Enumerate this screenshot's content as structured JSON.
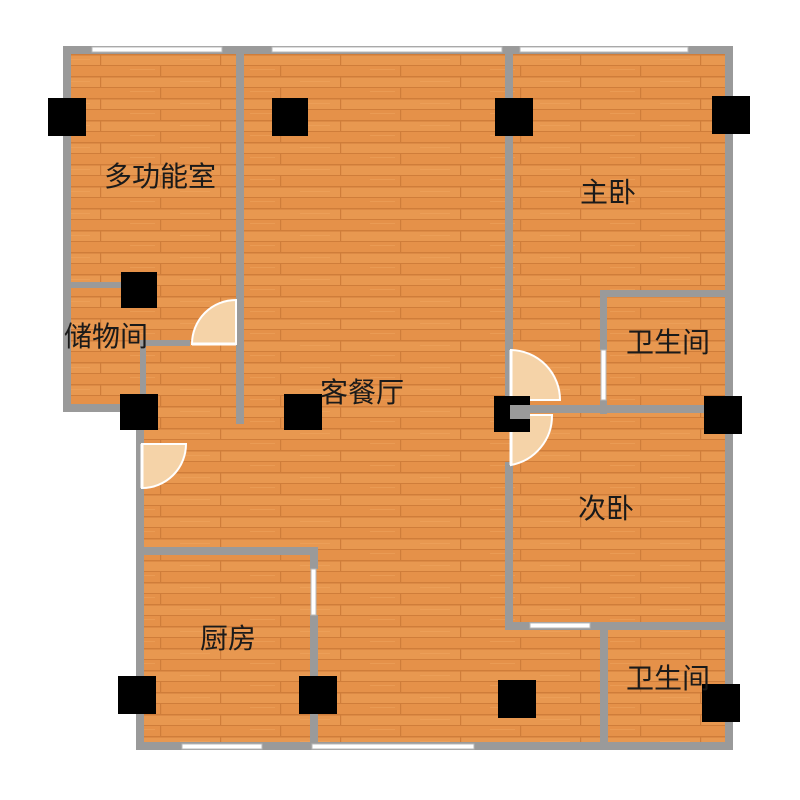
{
  "rooms": {
    "multifunction": "多功能室",
    "storage": "储物间",
    "living_dining": "客餐厅",
    "master_bedroom": "主卧",
    "bathroom_1": "卫生间",
    "second_bedroom": "次卧",
    "kitchen": "厨房",
    "bathroom_2": "卫生间"
  },
  "colors": {
    "floor": "#e89850",
    "floor_stripe": "#d88340",
    "wall": "#9a9a9a",
    "column": "#000000",
    "door": "#ffffff",
    "window": "#e0e0e0"
  }
}
